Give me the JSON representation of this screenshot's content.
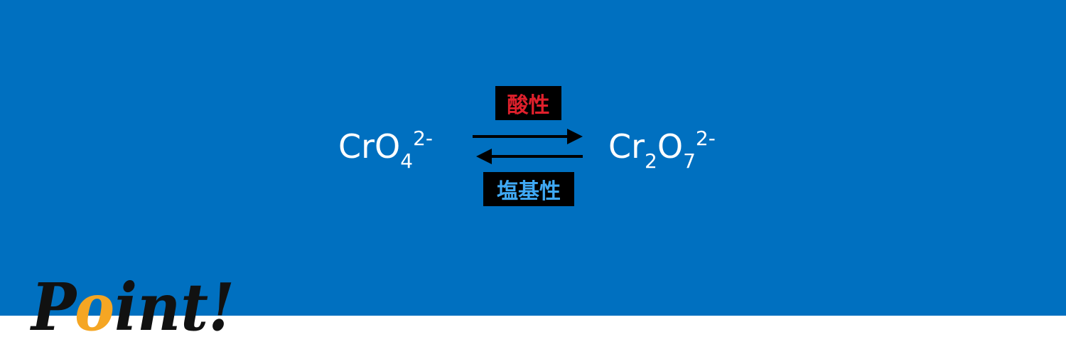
{
  "reaction": {
    "left": {
      "main": "CrO",
      "sub": "4",
      "charge": "2-"
    },
    "right": {
      "main1": "Cr",
      "sub1": "2",
      "main2": "O",
      "sub2": "7",
      "charge": "2-"
    },
    "forward_condition": {
      "label": "酸性",
      "color": "#e0202c"
    },
    "reverse_condition": {
      "label": "塩基性",
      "color": "#3fa9f5"
    }
  },
  "logo": {
    "text_before": "P",
    "accent_letter": "o",
    "text_after": "int!",
    "accent_color": "#f5a623",
    "text_color": "#111111"
  },
  "colors": {
    "banner": "#0070c0",
    "background": "#ffffff",
    "formula": "#ffffff"
  }
}
